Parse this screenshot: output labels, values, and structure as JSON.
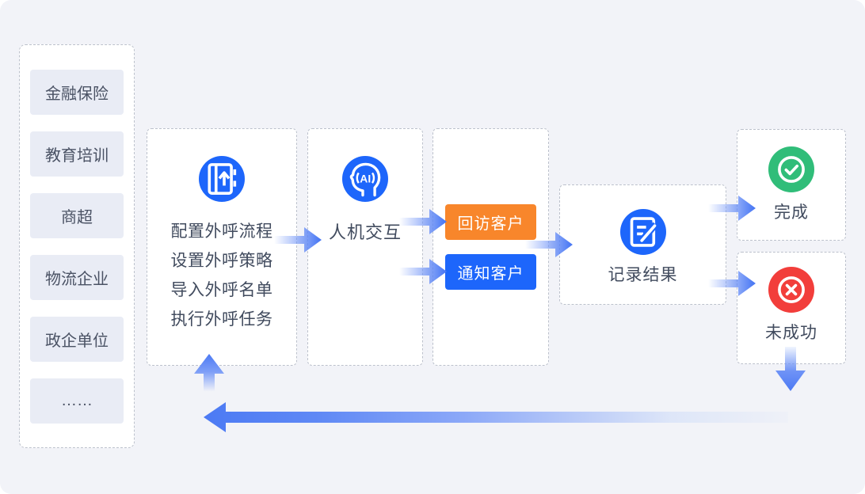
{
  "colors": {
    "background": "#f2f3f8",
    "panel_bg": "#ffffff",
    "dashed_border": "#bcc1cc",
    "primary_blue": "#1d66fb",
    "orange": "#f8862b",
    "green": "#30bd79",
    "red": "#f23e3b",
    "arrow_blue": "#4c7af4",
    "text": "#414b5e",
    "industry_item_bg": "#e9ecf5"
  },
  "industries": {
    "items": [
      "金融保险",
      "教育培训",
      "商超",
      "物流企业",
      "政企单位",
      "……"
    ]
  },
  "flow": {
    "setup": {
      "steps": [
        "配置外呼流程",
        "设置外呼策略",
        "导入外呼名单",
        "执行外呼任务"
      ]
    },
    "interaction": {
      "label": "人机交互",
      "icon_text": "AI"
    },
    "call_types": {
      "revisit": "回访客户",
      "notify": "通知客户"
    },
    "record": {
      "label": "记录结果"
    },
    "outcome_success": {
      "label": "完成"
    },
    "outcome_failure": {
      "label": "未成功"
    }
  },
  "icons": {
    "setup": "notebook-import-icon",
    "interaction": "ai-head-icon",
    "record": "edit-document-icon",
    "success": "check-circle-icon",
    "failure": "x-circle-icon"
  }
}
